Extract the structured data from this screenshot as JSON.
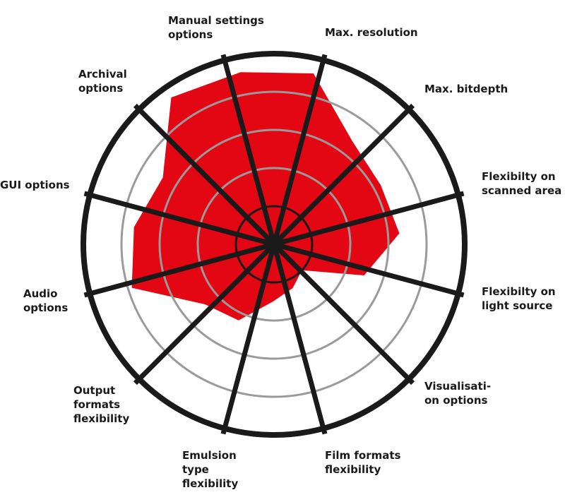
{
  "chart_data": {
    "type": "radar",
    "rmax": 5,
    "rings": [
      1,
      2,
      3,
      4,
      5
    ],
    "series": [
      {
        "color": "#e30613",
        "values": [
          4.6,
          3.4,
          3.2,
          3.3,
          2.5,
          1.0,
          1.25,
          1.5,
          2.2,
          2.4,
          3.9,
          3.7,
          3.4,
          4.7,
          4.6
        ]
      }
    ],
    "spokes": [
      {
        "label": "Max. resolution"
      },
      {
        "label": "Max. bitdepth"
      },
      {
        "label": "Flexibilty on\nscanned area"
      },
      {
        "label": "Flexibilty on\nlight source"
      },
      {
        "label": "Visualisati-\non options"
      },
      {
        "label": "Film formats\nflexibility"
      },
      {
        "label": "Emulsion\ntype\nflexibility"
      },
      {
        "label": "Output\nformats\nflexibility"
      },
      {
        "label": "Audio\noptions"
      },
      {
        "label": "GUI options"
      },
      {
        "label": "Archival\noptions"
      },
      {
        "label": "Manual settings\noptions"
      }
    ],
    "colors": {
      "fill": "#e30613",
      "outer_ring": "#1a1a1a",
      "inner_ring": "#1a1a1a",
      "mid_rings": "#9a9a9a",
      "spokes": "#1a1a1a"
    }
  }
}
